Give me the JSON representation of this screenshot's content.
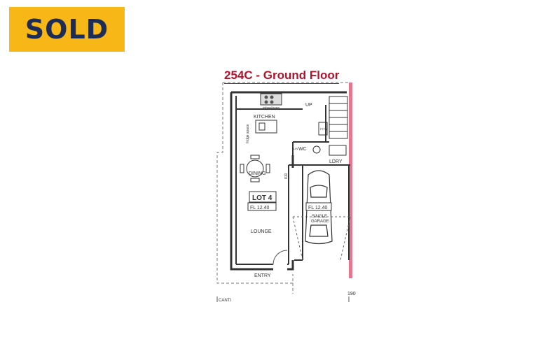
{
  "badge": {
    "label": "SOLD",
    "color": "#f7b716",
    "text_color": "#1d2b57"
  },
  "plan": {
    "title": "254C - Ground Floor",
    "title_color": "#b3122a",
    "boundary_color": "#e0607a",
    "rooms": {
      "kitchen": "KITCHEN",
      "dining": "DINING",
      "lounge": "LOUNGE",
      "entry": "ENTRY",
      "wc": "WC",
      "laundry": "LDRY",
      "garage_line1": "SINGLE",
      "garage_line2": "GARAGE"
    },
    "fixtures": {
      "stove": "stove/oven",
      "stairs": "UP",
      "fridge": "fridge space",
      "pantry": "PTRY",
      "linen": "LIN"
    },
    "lot_label": "LOT 4",
    "floor_level_lot": "FL 12.40",
    "floor_level_garage": "FL 12.40",
    "dim_opening": "810",
    "dim_right": "190",
    "canti": "CANTI"
  }
}
